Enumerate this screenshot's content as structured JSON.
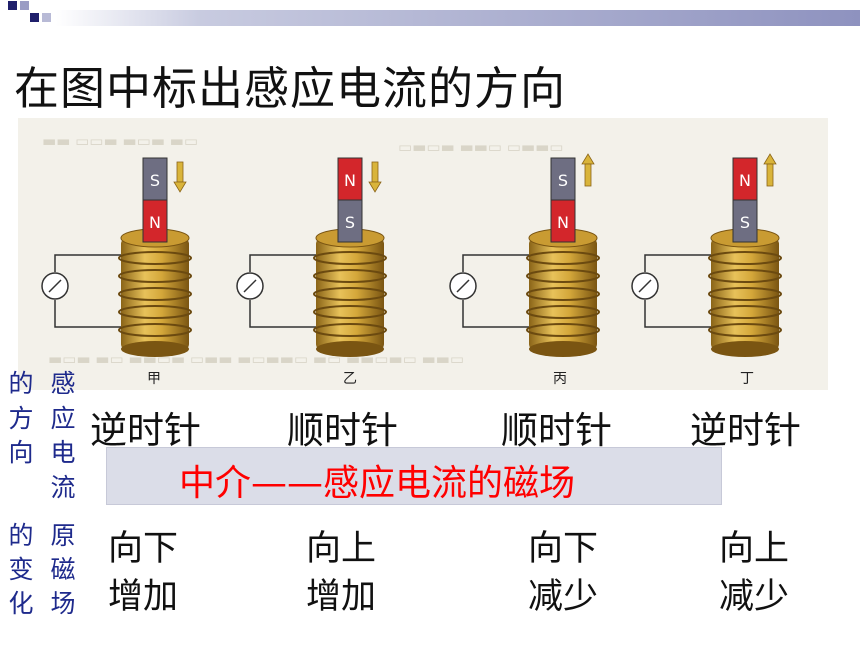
{
  "title": "在图中标出感应电流的方向",
  "figure": {
    "captions": [
      "甲",
      "乙",
      "丙",
      "丁"
    ],
    "magnets": [
      {
        "top": "S",
        "bottom": "N",
        "motion": "down"
      },
      {
        "top": "N",
        "bottom": "S",
        "motion": "down"
      },
      {
        "top": "S",
        "bottom": "N",
        "motion": "up"
      },
      {
        "top": "N",
        "bottom": "S",
        "motion": "up"
      }
    ]
  },
  "current_label": [
    "的",
    "方",
    "向",
    "感",
    "应",
    "电",
    "流"
  ],
  "directions": [
    "逆时针",
    "顺时针",
    "顺时针",
    "逆时针"
  ],
  "band_text": "中介——感应电流的磁场",
  "field_label": [
    "的",
    "变",
    "化",
    "原",
    "磁",
    "场"
  ],
  "field_direction": [
    "向下",
    "向上",
    "向下",
    "向上"
  ],
  "field_change": [
    "增加",
    "增加",
    "减少",
    "减少"
  ],
  "colors": {
    "accent": "#ff0000",
    "label": "#1e2a8c",
    "band": "#dbdde8",
    "title_bar": "#8e92bf"
  }
}
